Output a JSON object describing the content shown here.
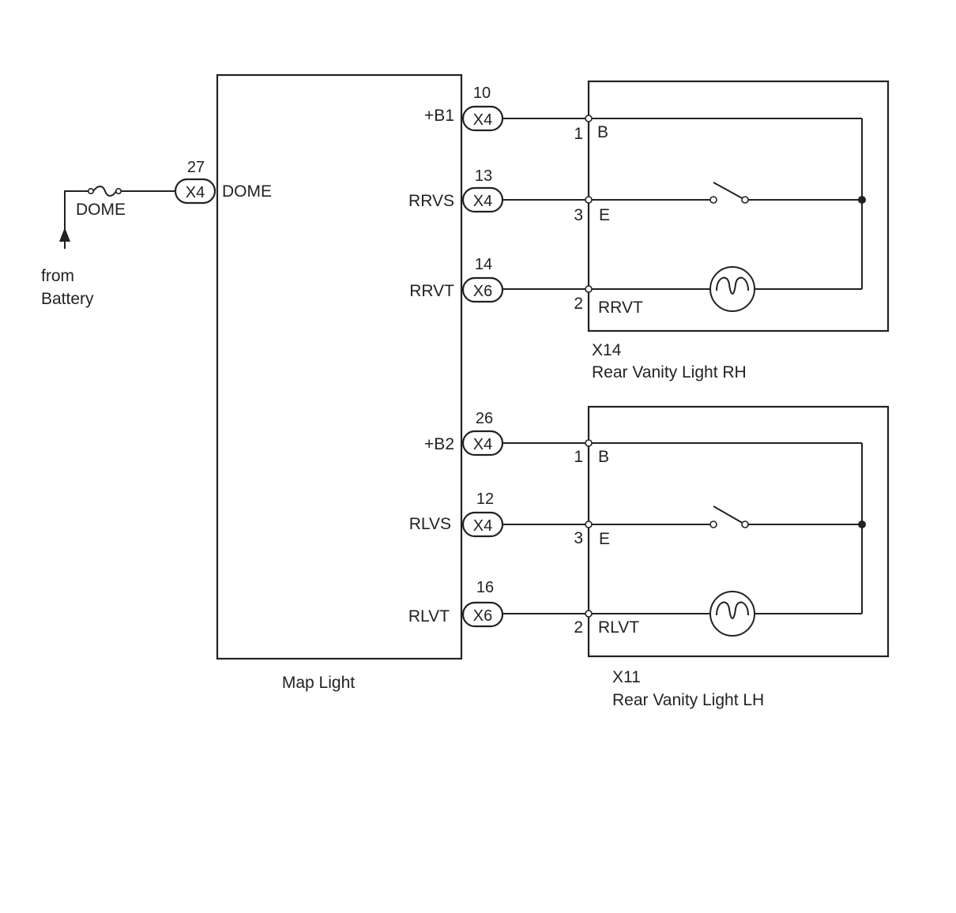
{
  "diagram": {
    "map_light": {
      "name": "Map Light",
      "dome_pin": {
        "number": "27",
        "connector": "X4",
        "label": "DOME"
      },
      "terminals": [
        {
          "key": "b1",
          "signal": "+B1",
          "number": "10",
          "connector": "X4"
        },
        {
          "key": "rrvs",
          "signal": "RRVS",
          "number": "13",
          "connector": "X4"
        },
        {
          "key": "rrvt",
          "signal": "RRVT",
          "number": "14",
          "connector": "X6"
        },
        {
          "key": "b2",
          "signal": "+B2",
          "number": "26",
          "connector": "X4"
        },
        {
          "key": "rlvs",
          "signal": "RLVS",
          "number": "12",
          "connector": "X4"
        },
        {
          "key": "rlvt",
          "signal": "RLVT",
          "number": "16",
          "connector": "X6"
        }
      ]
    },
    "fuse": {
      "label": "DOME"
    },
    "battery": {
      "line1": "from",
      "line2": "Battery"
    },
    "rear_vanity_rh": {
      "code": "X14",
      "name": "Rear Vanity Light RH",
      "pins": [
        {
          "num": "1",
          "label": "B"
        },
        {
          "num": "3",
          "label": "E"
        },
        {
          "num": "2",
          "label": "RRVT"
        }
      ]
    },
    "rear_vanity_lh": {
      "code": "X11",
      "name": "Rear Vanity Light LH",
      "pins": [
        {
          "num": "1",
          "label": "B"
        },
        {
          "num": "3",
          "label": "E"
        },
        {
          "num": "2",
          "label": "RLVT"
        }
      ]
    }
  }
}
